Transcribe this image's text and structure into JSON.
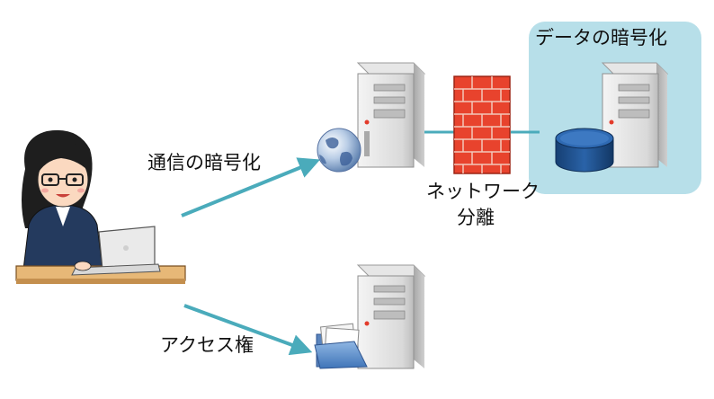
{
  "labels": {
    "communication_encryption": "通信の暗号化",
    "access_rights": "アクセス権",
    "data_encryption": "データの暗号化",
    "network_separation_line1": "ネットワーク",
    "network_separation_line2": "分離"
  },
  "icons": {
    "person": "person-at-laptop-icon",
    "web_server": "server-icon",
    "globe": "globe-icon",
    "firewall": "firewall-icon",
    "db_server": "server-icon",
    "database": "database-icon",
    "file_server": "server-icon",
    "folder": "folder-icon"
  },
  "colors": {
    "arrow": "#4aabbb",
    "data_zone": "#b7dfe9",
    "firewall_brick": "#e8432d",
    "database": "#1d4f8c"
  }
}
